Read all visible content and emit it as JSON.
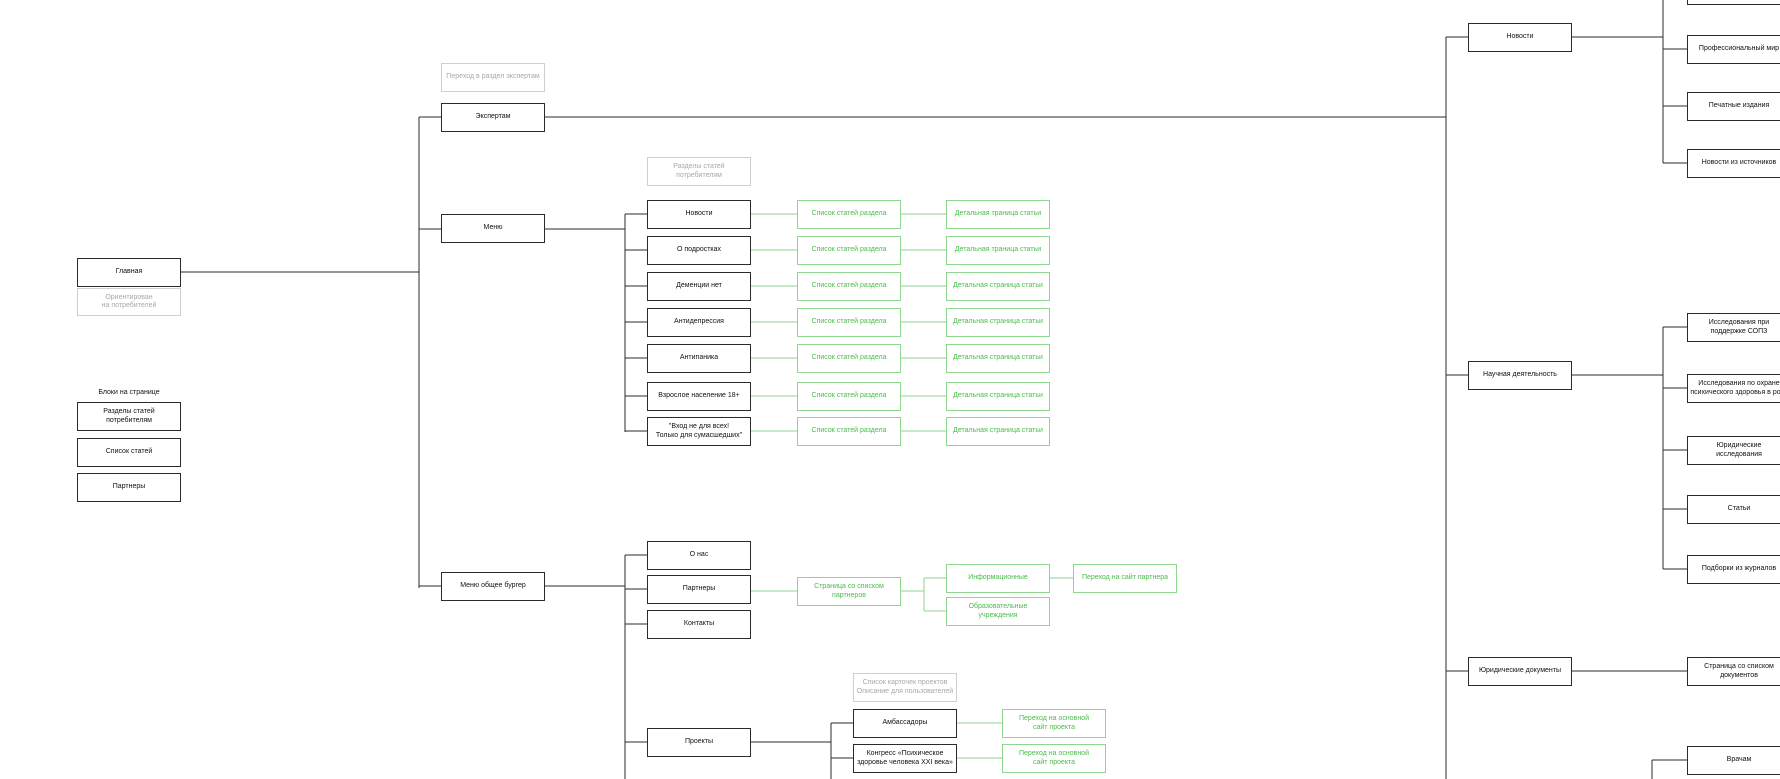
{
  "colors": {
    "node_border": "#2b2b2b",
    "green": "#4cbc4c",
    "green_border": "#8ed58e",
    "gray_text": "#a8a8a8",
    "gray_border": "#cfcfcf",
    "connector": "#2b2b2b"
  },
  "home": {
    "title": "Главная",
    "note": "Ориентирован\nна потребителей"
  },
  "blocks": {
    "title": "Блоки на странице",
    "items": [
      "Разделы статей потребителям",
      "Список статей",
      "Партнеры"
    ]
  },
  "experts": {
    "label": "Экспертам",
    "note": "Переход в раздел экспертам"
  },
  "menu": {
    "label": "Меню",
    "note": "Разделы статей потребителям",
    "sections": [
      {
        "label": "Новости",
        "list": "Список статей раздела",
        "detail": "Детальная траница статьи"
      },
      {
        "label": "О подростках",
        "list": "Список статей раздела",
        "detail": "Детальная траница статьи"
      },
      {
        "label": "Деменции нет",
        "list": "Список статей раздела",
        "detail": "Детальная страница статьи"
      },
      {
        "label": "Антидепрессия",
        "list": "Список статей раздела",
        "detail": "Детальная страница статьи"
      },
      {
        "label": "Антипаника",
        "list": "Список статей раздела",
        "detail": "Детальная страница статьи"
      },
      {
        "label": "Взрослое население 18+",
        "list": "Список статей раздела",
        "detail": "Детальная страница статьи"
      },
      {
        "label": "\"Вход не для всех!\nТолько для сумасшедших\"",
        "list": "Список статей раздела",
        "detail": "Детальная страница статьи"
      }
    ]
  },
  "burger": {
    "label": "Меню общее бургер",
    "items": [
      "О нас",
      "Партнеры",
      "Контакты"
    ],
    "partners_page": "Страница со списком партнеров",
    "partner_types": [
      "Информационные",
      "Образовательные\nучреждения"
    ],
    "partner_link": "Переход на сайт партнера"
  },
  "projects": {
    "label": "Проекты",
    "note": "Список карточек проектов\nОписание для пользователей",
    "items": [
      {
        "label": "Амбассадоры",
        "link": "Переход на основной\nсайт проекта"
      },
      {
        "label": "Конгресс «Психическое\nздоровье человека XXI века»",
        "link": "Переход на основной\nсайт проекта"
      }
    ]
  },
  "right": {
    "news": {
      "label": "Новости",
      "children": [
        "Профессиональный мир",
        "Печатные издания",
        "Новости из источников"
      ]
    },
    "science": {
      "label": "Научная деятельность",
      "children": [
        "Исследования при\nподдержке СОПЗ",
        "Исследования по охране\nпсихического здоровья в росс",
        "Юридические\nисследования",
        "Статьи",
        "Подборки из журналов"
      ]
    },
    "legal": {
      "label": "Юридические документы",
      "children": [
        "Страница со списком\nдокументов"
      ]
    },
    "doctors": {
      "label": "Врачам"
    }
  }
}
